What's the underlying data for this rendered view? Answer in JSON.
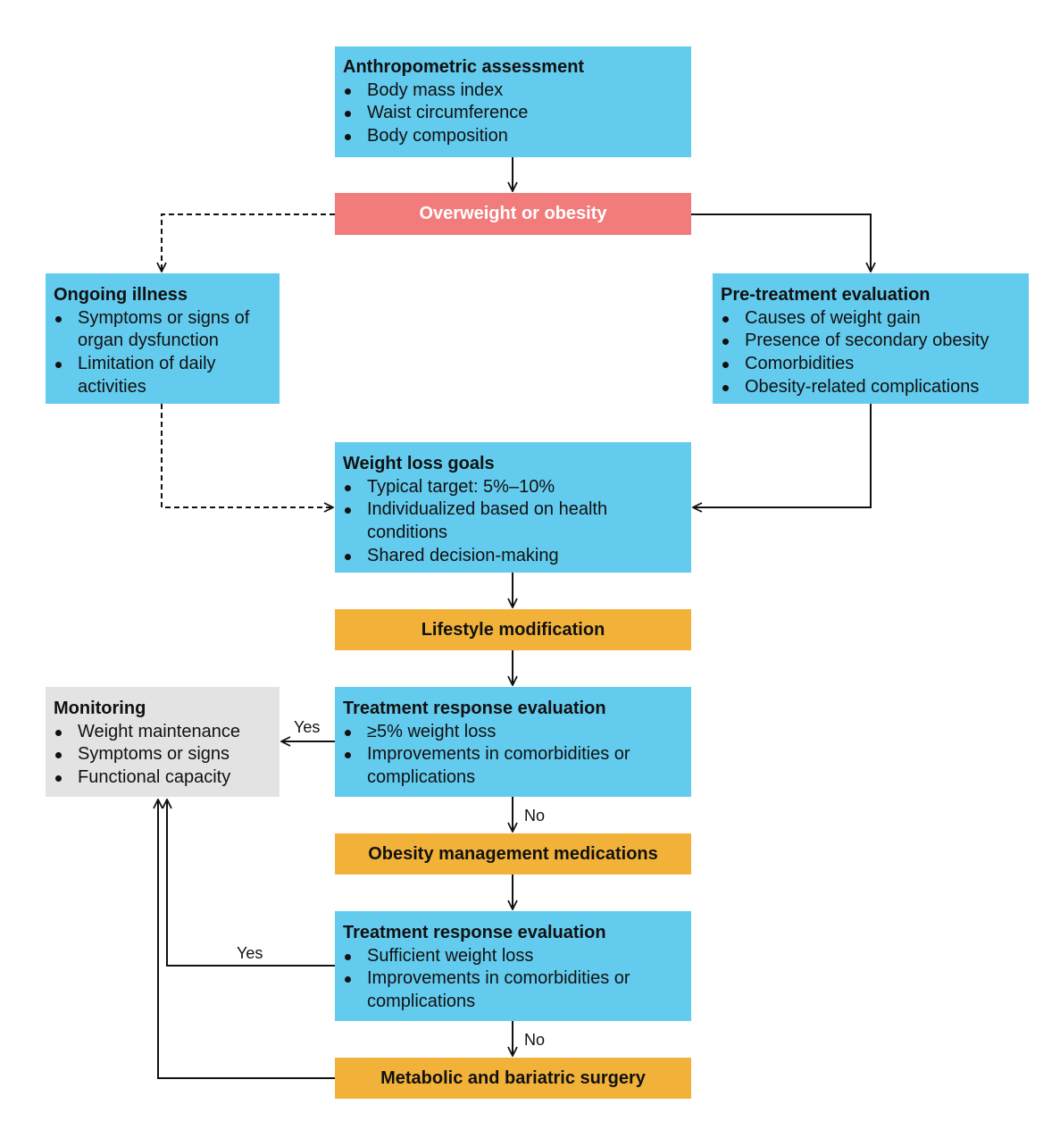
{
  "colors": {
    "node_blue": "#63cbee",
    "node_red": "#f27c7c",
    "node_orange": "#f2b23a",
    "node_gray": "#e3e3e3"
  },
  "nodes": {
    "anthropometric": {
      "title": "Anthropometric assessment",
      "items": [
        "Body mass index",
        "Waist circumference",
        "Body composition"
      ]
    },
    "overweight": {
      "label": "Overweight or obesity"
    },
    "ongoing_illness": {
      "title": "Ongoing illness",
      "items": [
        "Symptoms or signs of organ dysfunction",
        "Limitation of daily activities"
      ]
    },
    "pretreatment": {
      "title": "Pre-treatment evaluation",
      "items": [
        "Causes of weight gain",
        "Presence of secondary obesity",
        "Comorbidities",
        "Obesity-related complications"
      ]
    },
    "weight_loss_goals": {
      "title": "Weight loss goals",
      "items": [
        "Typical target: 5%–10%",
        "Individualized based on health conditions",
        "Shared decision-making"
      ]
    },
    "lifestyle": {
      "label": "Lifestyle modification"
    },
    "response1": {
      "title": "Treatment response evaluation",
      "items": [
        "≥5% weight loss",
        "Improvements in comorbidities or complications"
      ]
    },
    "monitoring": {
      "title": "Monitoring",
      "items": [
        "Weight maintenance",
        "Symptoms or signs",
        "Functional capacity"
      ]
    },
    "medications": {
      "label": "Obesity management medications"
    },
    "response2": {
      "title": "Treatment response evaluation",
      "items": [
        "Sufficient weight loss",
        "Improvements in comorbidities or complications"
      ]
    },
    "surgery": {
      "label": "Metabolic and bariatric surgery"
    }
  },
  "edge_labels": {
    "yes_1": "Yes",
    "no_1": "No",
    "yes_2": "Yes",
    "no_2": "No"
  }
}
